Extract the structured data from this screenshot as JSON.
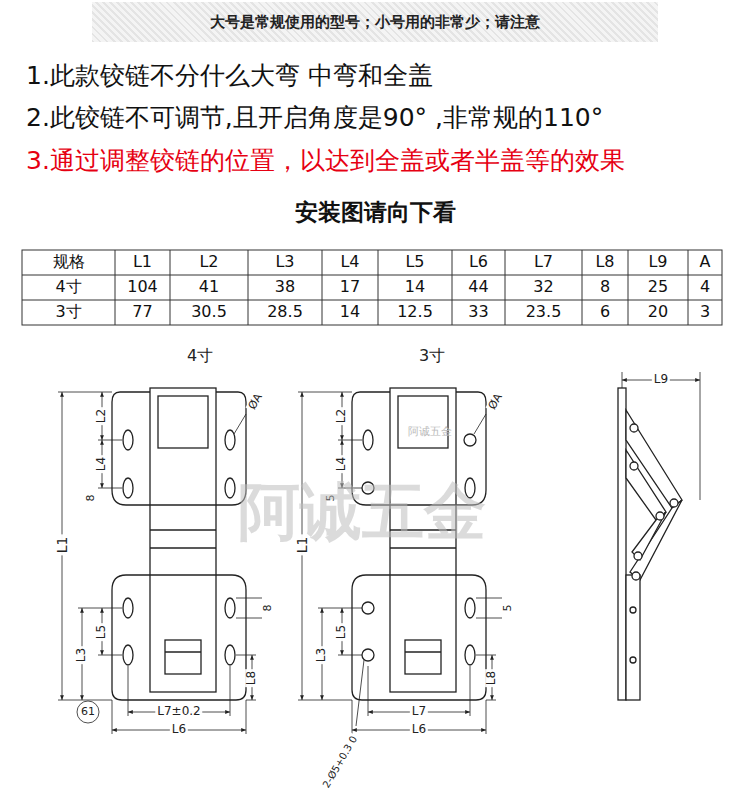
{
  "diagram": {
    "nodes": [
      {
        "text": [
          "大号是常规使用的型号；小号用的非常少；请注意"
        ]
      }
    ],
    "labels": [
      "1.此款铰链不分什么大弯 中弯和全盖",
      "2.此铰链不可调节,且开启角度是90° ,非常规的110°",
      "3.通过调整铰链的位置，以达到全盖或者半盖等的效果",
      "安装图请向下看",
      "规格",
      "L1",
      "L2",
      "L3",
      "L4",
      "L5",
      "L6",
      "L7",
      "L8",
      "L9",
      "A",
      "4寸",
      "104",
      "41",
      "38",
      "17",
      "14",
      "44",
      "32",
      "8",
      "25",
      "4",
      "3寸",
      "77",
      "30.5",
      "28.5",
      "14",
      "12.5",
      "33",
      "23.5",
      "6",
      "20",
      "3",
      "4寸",
      "3寸",
      "L1",
      "L2",
      "L4",
      "8",
      "ØA",
      "8",
      "L3",
      "L5",
      "L8",
      "L7±0.2",
      "L6",
      "61",
      "L1",
      "L2",
      "L4",
      "5",
      "ØA",
      "5",
      "L3",
      "L5",
      "L8",
      "L7",
      "L6",
      "2-Ø5+0.3 0",
      "L9",
      "阿诚五金",
      "阿诚五金"
    ]
  }
}
